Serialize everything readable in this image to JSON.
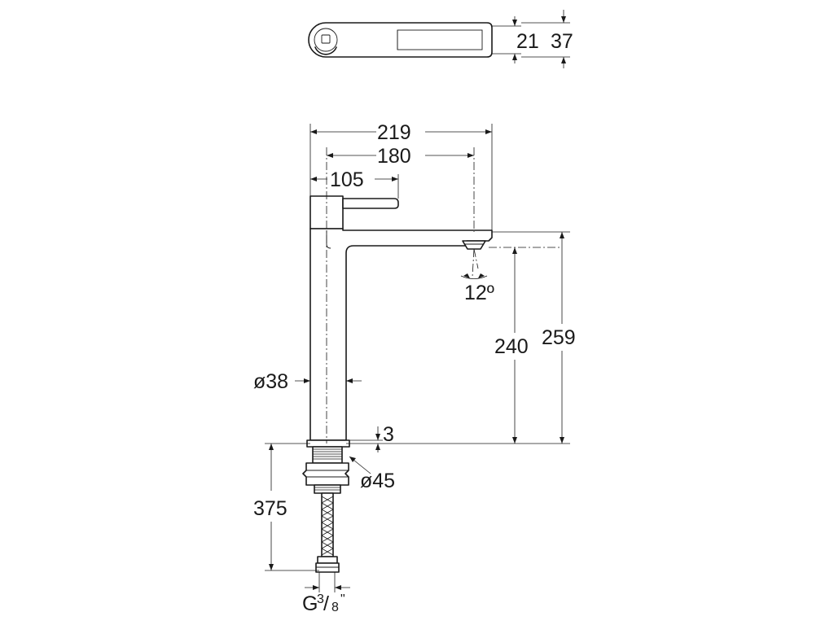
{
  "dimensions": {
    "top_view_handle_height": "21",
    "top_view_total_height": "37",
    "total_length": "219",
    "spout_reach": "180",
    "handle_length": "105",
    "spout_angle": "12º",
    "spout_height": "240",
    "overall_height": "259",
    "body_diameter": "ø38",
    "deck_gap": "3",
    "base_diameter": "ø45",
    "hose_length": "375",
    "connection_prefix": "G",
    "connection_num": "3",
    "connection_den": "8",
    "connection_unit": "\""
  }
}
